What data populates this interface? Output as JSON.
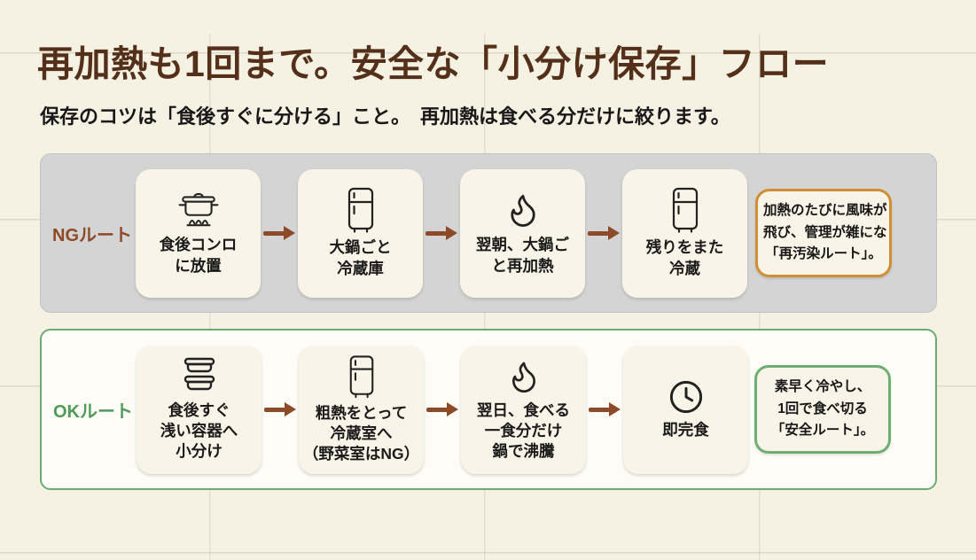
{
  "page": {
    "title": "再加熱も1回まで。安全な「小分け保存」フロー",
    "subtitle": "保存のコツは「食後すぐに分ける」こと。　再加熱は食べる分だけに絞ります。"
  },
  "colors": {
    "page_background": "#f5f1e3",
    "title_brown": "#54301a",
    "ng_band_background": "#d4d4d5",
    "ng_label": "#8e4a26",
    "ok_band_border": "#6cab71",
    "ok_label": "#509b58",
    "card_background": "#f8f4e8",
    "arrow": "#8d4a28",
    "ng_note_border": "#d08f35",
    "ok_note_border": "#6fae73",
    "icon_stroke": "#222222"
  },
  "routes": [
    {
      "id": "ng",
      "label": "NGルート",
      "steps": [
        {
          "icon": "pot-on-stove-icon",
          "lines": [
            "食後コンロ",
            "に放置",
            ""
          ]
        },
        {
          "icon": "fridge-icon",
          "lines": [
            "大鍋ごと",
            "冷蔵庫",
            ""
          ]
        },
        {
          "icon": "flame-icon",
          "lines": [
            "翌朝、大鍋ご",
            "と再加熱",
            ""
          ]
        },
        {
          "icon": "fridge-icon",
          "lines": [
            "残りをまた",
            "冷蔵",
            ""
          ]
        }
      ],
      "note": {
        "lines": [
          "加熱のたびに風味が",
          "飛び、管理が雑にな",
          "「再汚染ルート」。"
        ]
      }
    },
    {
      "id": "ok",
      "label": "OKルート",
      "steps": [
        {
          "icon": "stacked-containers-icon",
          "lines": [
            "食後すぐ",
            "浅い容器へ",
            "小分け"
          ]
        },
        {
          "icon": "fridge-icon",
          "lines": [
            "粗熱をとって",
            "冷蔵室へ",
            "（野菜室はNG）"
          ]
        },
        {
          "icon": "flame-icon",
          "lines": [
            "翌日、食べる",
            "一食分だけ",
            "鍋で沸騰"
          ]
        },
        {
          "icon": "clock-icon",
          "lines": [
            "即完食",
            "",
            ""
          ]
        }
      ],
      "note": {
        "lines": [
          "素早く冷やし、",
          "1回で食べ切る",
          "「安全ルート」。"
        ]
      }
    }
  ]
}
